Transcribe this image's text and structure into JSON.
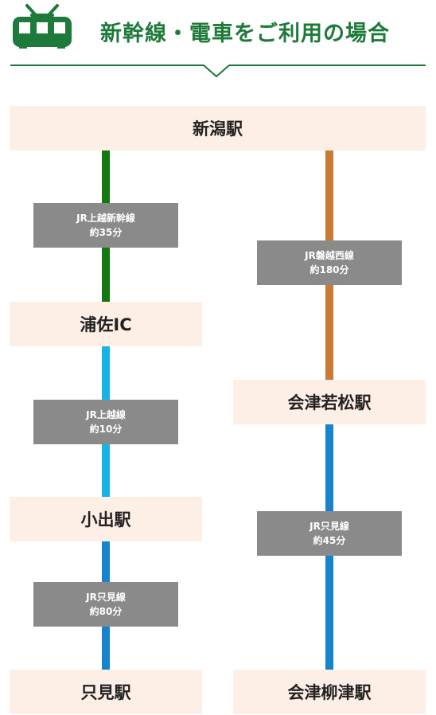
{
  "header": {
    "title": "新幹線・電車をご利用の場合",
    "icon": "train-icon",
    "accent_color": "#1e7a3a"
  },
  "stations": {
    "niigata": "新潟駅",
    "ura_sa_ic": "浦佐IC",
    "koide": "小出駅",
    "tadami": "只見駅",
    "aizu_wakamatsu": "会津若松駅",
    "aizu_yanaizu": "会津柳津駅"
  },
  "routes": [
    {
      "line": "JR上越新幹線",
      "duration": "約35分",
      "color": "#12780f"
    },
    {
      "line": "JR上越線",
      "duration": "約10分",
      "color": "#14b4e6"
    },
    {
      "line": "JR只見線",
      "duration": "約80分",
      "color": "#1684cc"
    },
    {
      "line": "JR磐越西線",
      "duration": "約180分",
      "color": "#cc7a33"
    },
    {
      "line": "JR只見線",
      "duration": "約45分",
      "color": "#1684cc"
    }
  ]
}
